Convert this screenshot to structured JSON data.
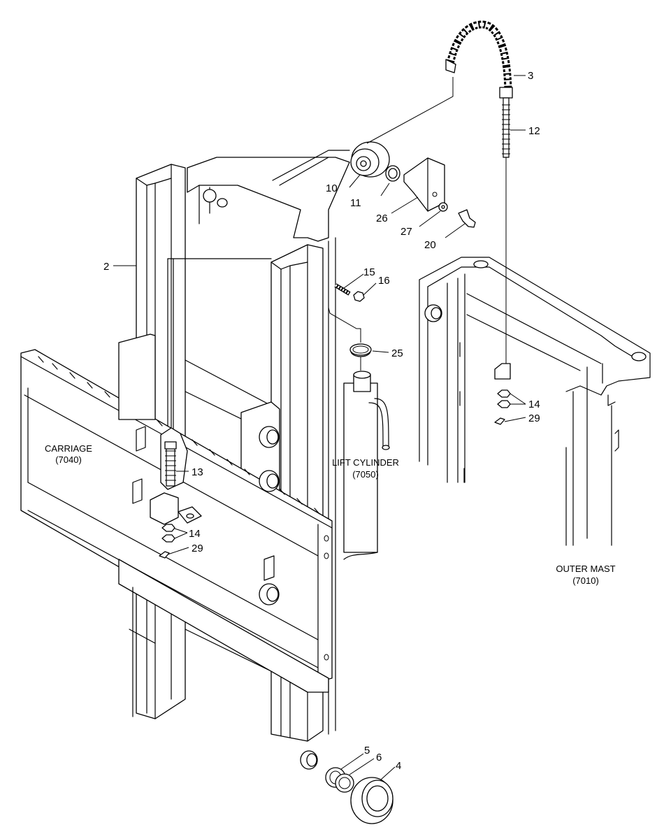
{
  "callouts": {
    "c2": "2",
    "c3": "3",
    "c4": "4",
    "c5": "5",
    "c6": "6",
    "c10": "10",
    "c11": "11",
    "c12": "12",
    "c13": "13",
    "c14a": "14",
    "c14b": "14",
    "c15": "15",
    "c16": "16",
    "c20": "20",
    "c25": "25",
    "c26": "26",
    "c27": "27",
    "c29a": "29",
    "c29b": "29"
  },
  "assemblies": {
    "carriage": {
      "name": "CARRIAGE",
      "code": "(7040)"
    },
    "lift_cylinder": {
      "name": "LIFT CYLINDER",
      "code": "(7050)"
    },
    "outer_mast": {
      "name": "OUTER MAST",
      "code": "(7010)"
    }
  }
}
